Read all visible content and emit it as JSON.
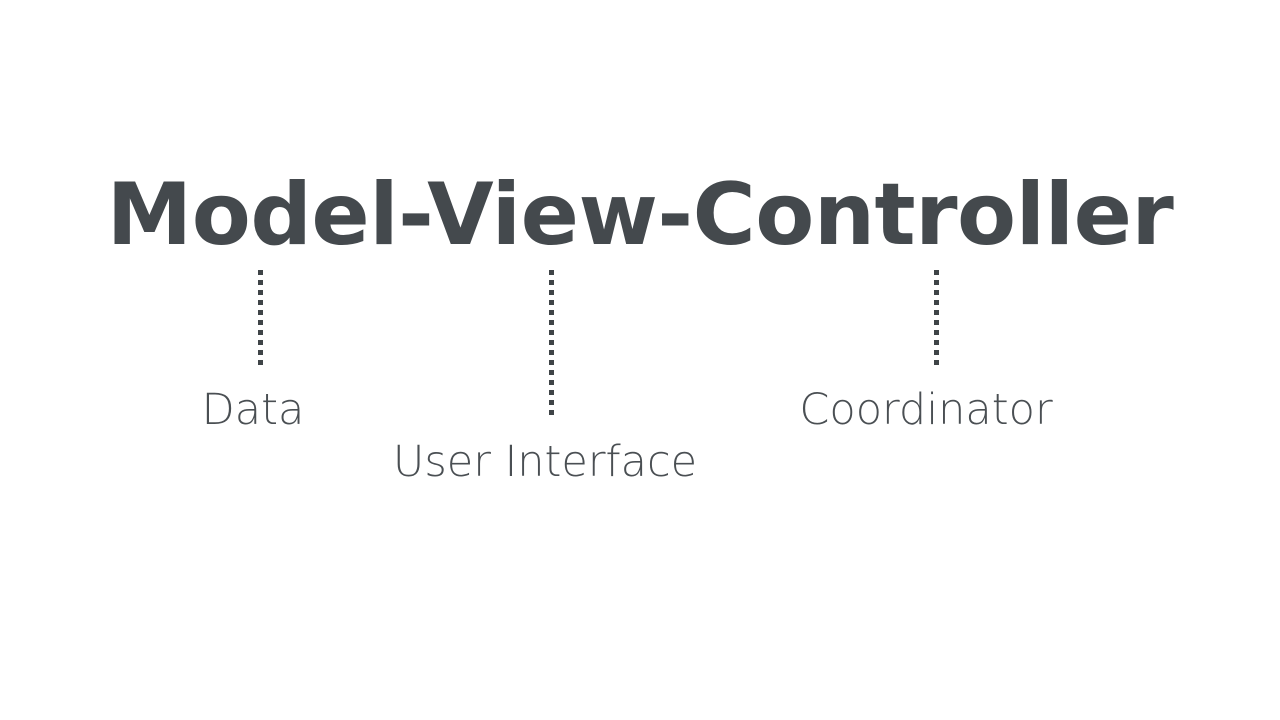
{
  "slide": {
    "background_color": "#ffffff",
    "title": {
      "text": "Model-View-Controller",
      "color": "#44494d"
    },
    "connectors": [
      {
        "name": "model-connector",
        "style": "dotted-vertical",
        "color": "#3f4447"
      },
      {
        "name": "view-connector",
        "style": "dotted-vertical",
        "color": "#3f4447"
      },
      {
        "name": "controller-connector",
        "style": "dotted-vertical",
        "color": "#3f4447"
      }
    ],
    "labels": [
      {
        "text": "Data",
        "for": "Model",
        "color": "#4a4f53"
      },
      {
        "text": "User Interface",
        "for": "View",
        "color": "#4a4f53"
      },
      {
        "text": "Coordinator",
        "for": "Controller",
        "color": "#4a4f53"
      }
    ]
  }
}
